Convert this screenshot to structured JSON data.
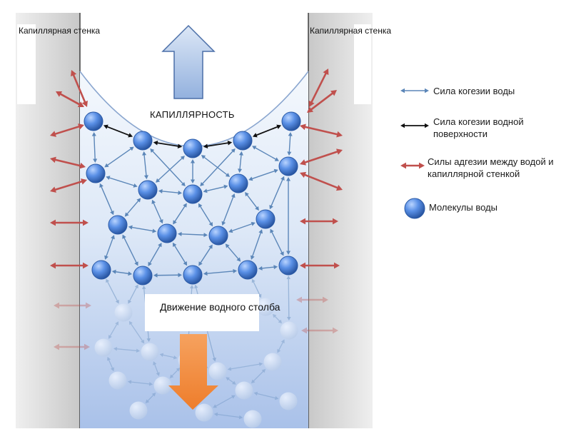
{
  "labels": {
    "wall_left": "Капиллярная стенка",
    "wall_right": "Капиллярная стенка",
    "capillarity": "КАПИЛЛЯРНОСТЬ",
    "column_motion": "Движение водного столба"
  },
  "legend": [
    {
      "text": "Сила когезии воды",
      "icon": "blue-double-arrow-icon",
      "color": "#5b86b8"
    },
    {
      "text": "Сила когезии водной поверхности",
      "icon": "black-double-arrow-icon",
      "color": "#111111"
    },
    {
      "text": "Силы адгезии между водой и капиллярной стенкой",
      "icon": "red-double-arrow-icon",
      "color": "#c0504d"
    },
    {
      "text": "Молекулы воды",
      "icon": "water-molecule-icon",
      "color": "#3f79d6"
    }
  ],
  "colors": {
    "cohesion": "#5b86b8",
    "surface_cohesion": "#111111",
    "adhesion": "#c0504d",
    "molecule": "#3f79d6",
    "wall": "#d6d6d6",
    "water": "#c9dbf3",
    "up_arrow": "#a9c2e6",
    "down_arrow": "#f08a3c"
  }
}
